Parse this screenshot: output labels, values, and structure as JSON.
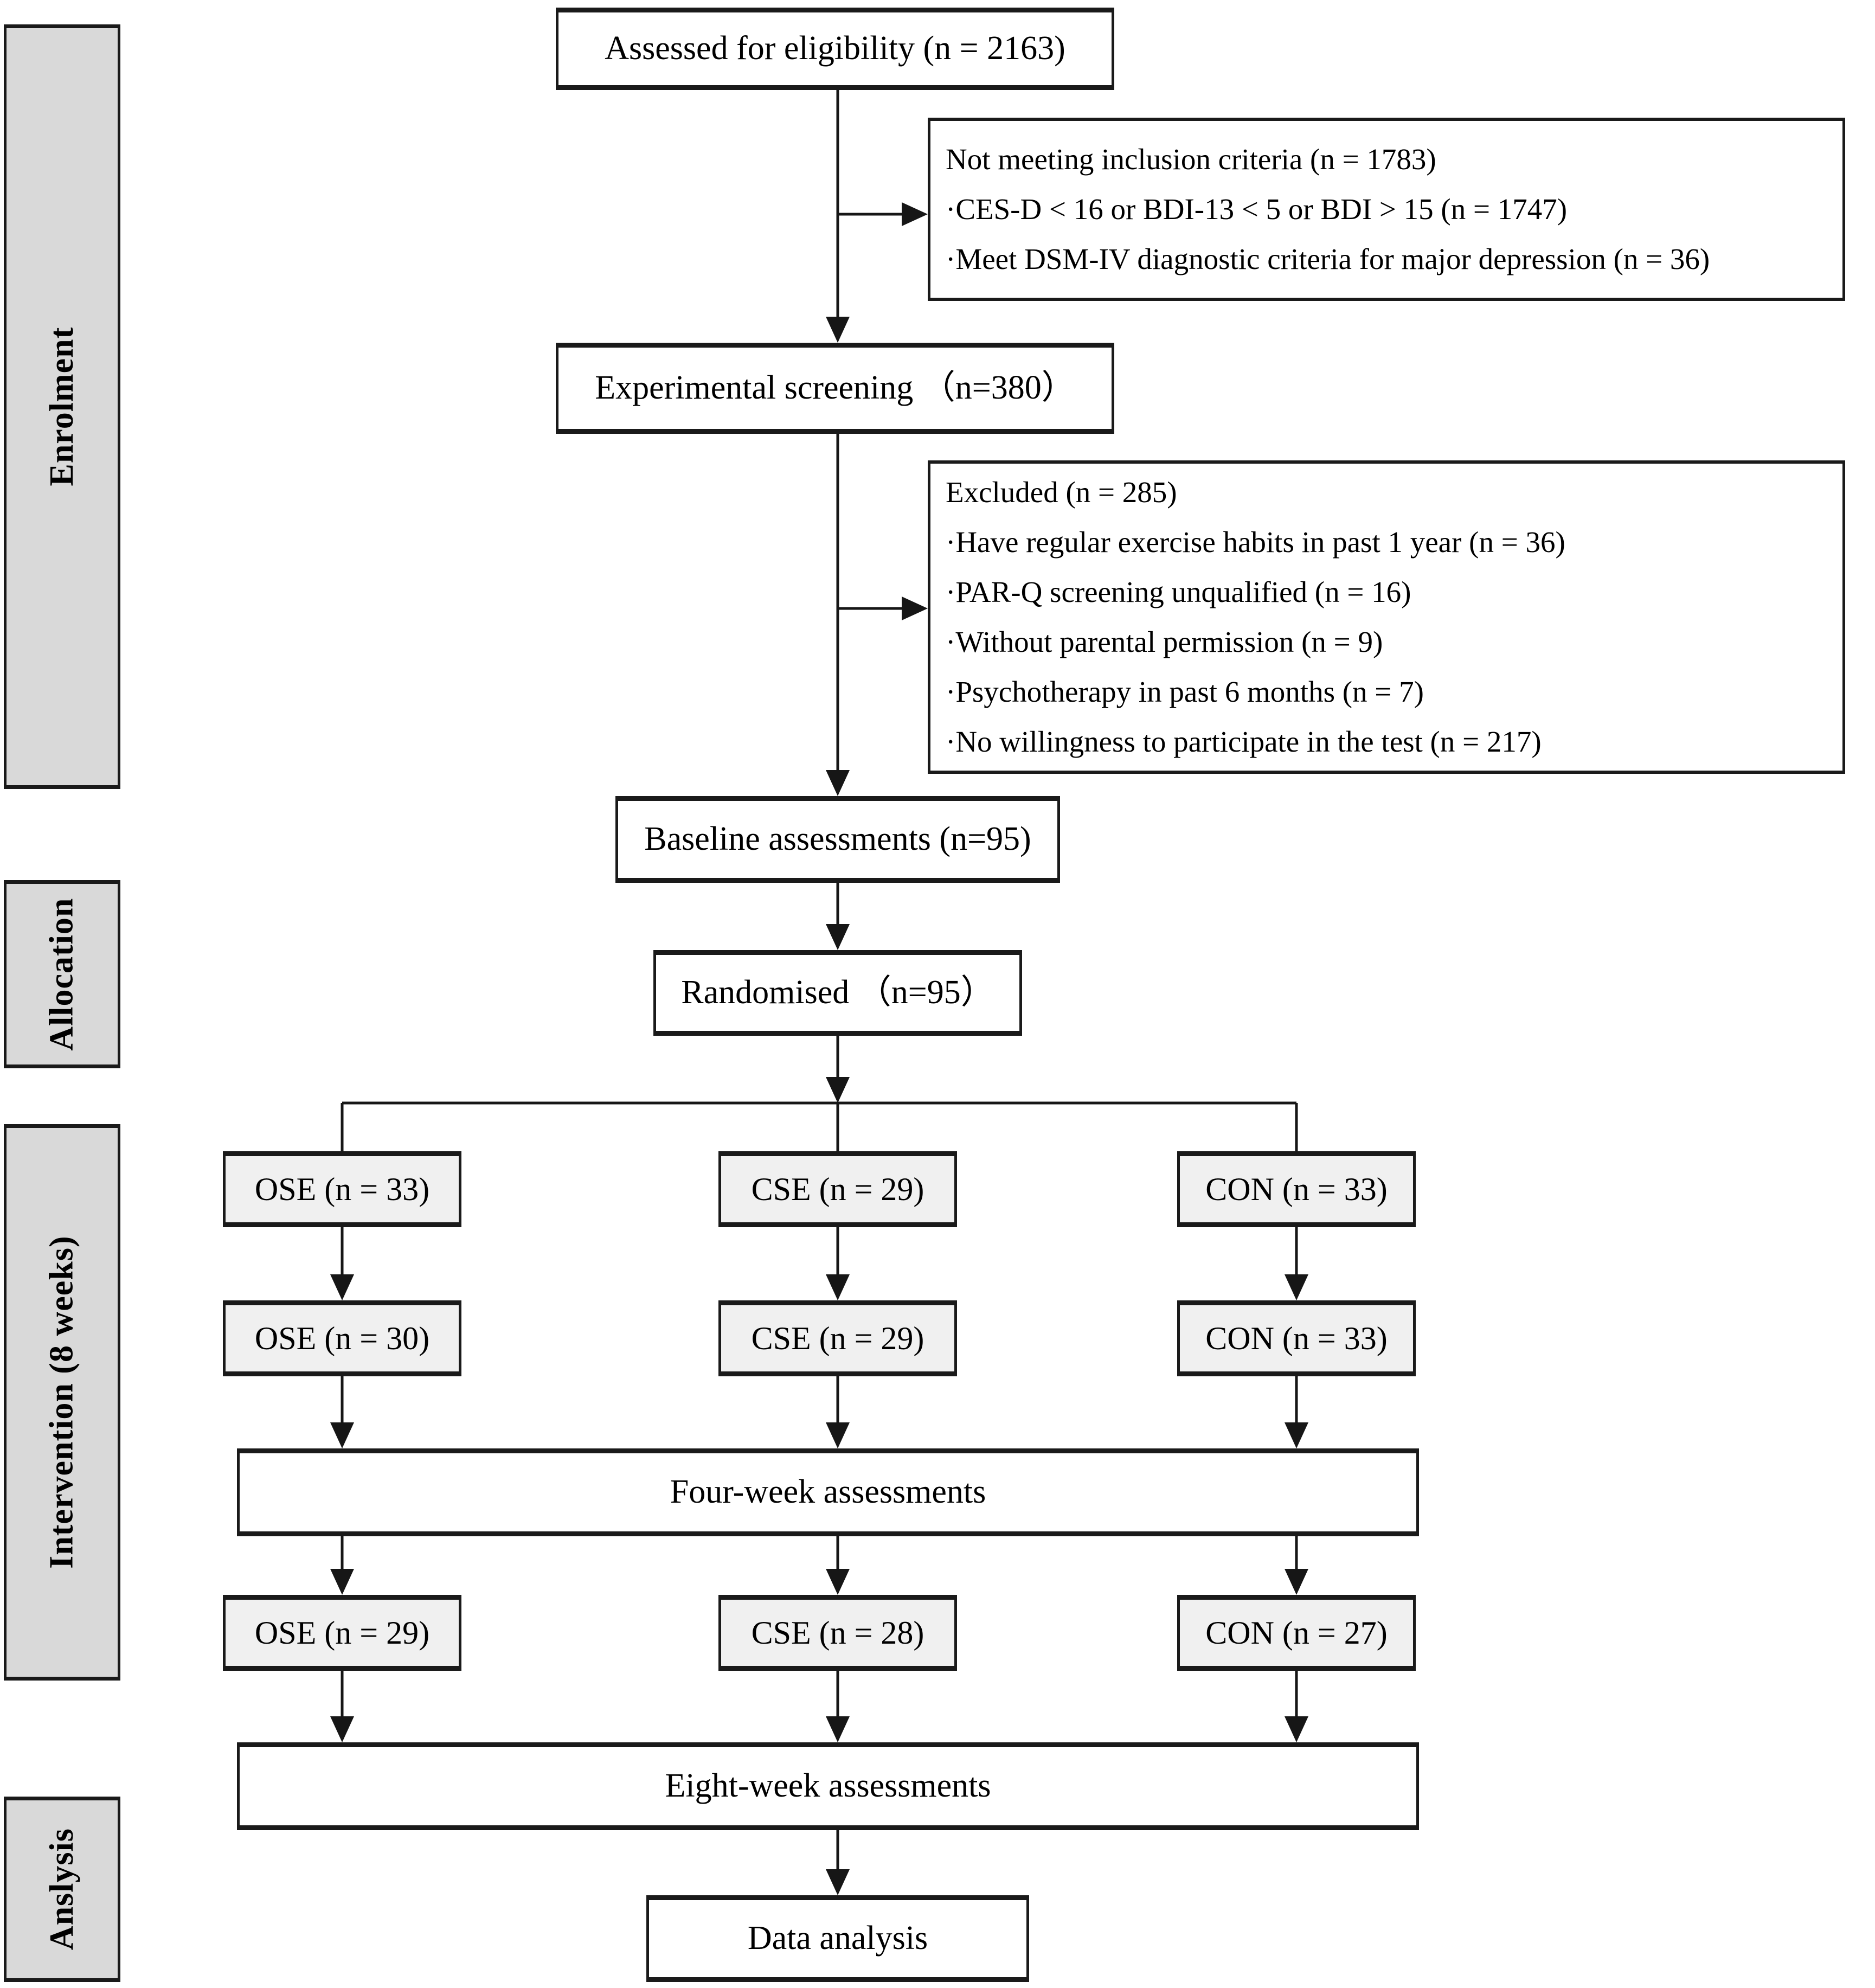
{
  "colors": {
    "box_border": "#1a1a1a",
    "arm_box_fill": "#f0f0f0",
    "stage_label_fill": "#d9d9d9",
    "plain_box_fill": "#ffffff",
    "text": "#000000"
  },
  "stages": [
    {
      "label": "Enrolment"
    },
    {
      "label": "Allocation"
    },
    {
      "label": "Intervention (8 weeks)"
    },
    {
      "label": "Anslysis"
    }
  ],
  "flow": {
    "assessed": {
      "label": "Assessed for eligibility (n = 2163)"
    },
    "not_meeting": {
      "lines": [
        "Not meeting inclusion criteria (n = 1783)",
        "·CES-D < 16 or BDI-13 < 5 or BDI > 15 (n = 1747)",
        "·Meet DSM-IV diagnostic criteria for major depression (n = 36)"
      ]
    },
    "screening": {
      "label": "Experimental screening （n=380）"
    },
    "excluded": {
      "lines": [
        "Excluded (n = 285)",
        "·Have regular exercise habits in past 1 year (n = 36)",
        "·PAR-Q screening unqualified (n = 16)",
        "·Without parental permission (n = 9)",
        "·Psychotherapy in past 6 months (n = 7)",
        "·No willingness to participate in the test (n = 217)"
      ]
    },
    "baseline": {
      "label": "Baseline assessments (n=95)"
    },
    "randomised": {
      "label": "Randomised （n=95）"
    },
    "allocation_row": [
      "OSE (n = 33)",
      "CSE (n = 29)",
      "CON (n = 33)"
    ],
    "intervention_row": [
      "OSE (n = 30)",
      "CSE (n = 29)",
      "CON (n = 33)"
    ],
    "four_week": {
      "label": "Four-week assessments"
    },
    "post_four_week_row": [
      "OSE (n = 29)",
      "CSE (n = 28)",
      "CON (n = 27)"
    ],
    "eight_week": {
      "label": "Eight-week assessments"
    },
    "data_analysis": {
      "label": "Data analysis"
    }
  }
}
